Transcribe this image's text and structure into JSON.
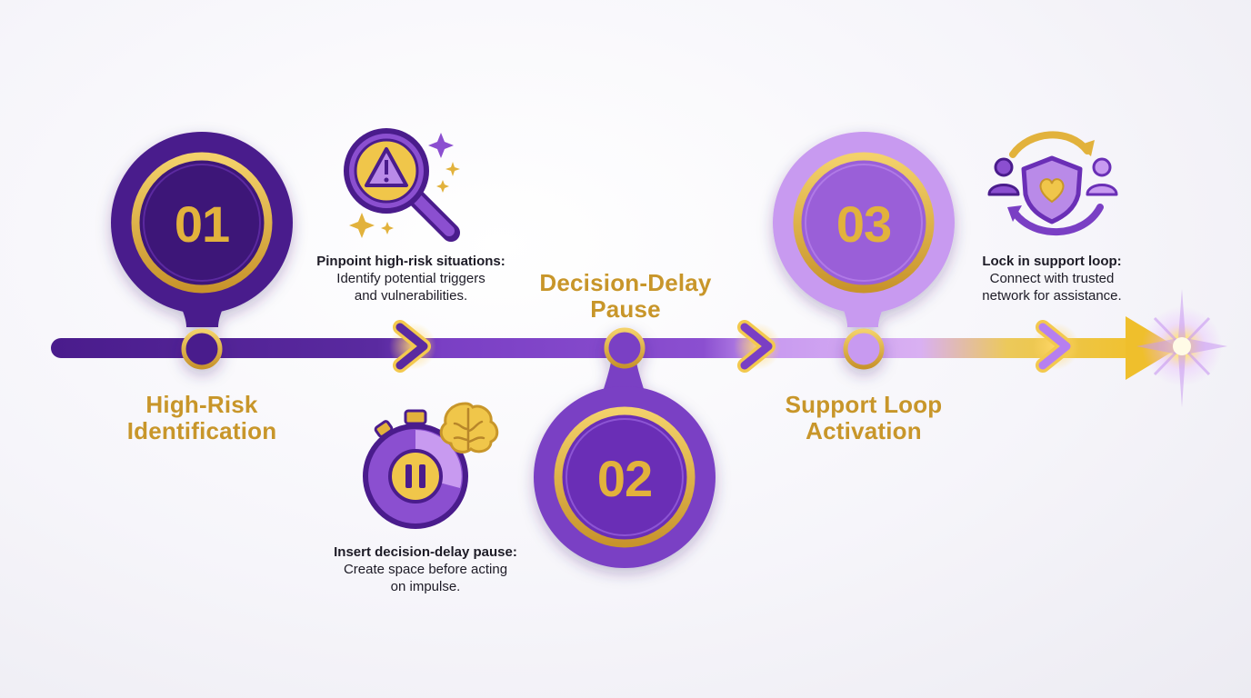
{
  "steps": [
    {
      "number": "01",
      "title_line1": "High-Risk",
      "title_line2": "Identification",
      "desc_lead": "Pinpoint high-risk situations:",
      "desc_body": "Identify potential triggers\nand vulnerabilities.",
      "icon": "magnifier-warning-icon"
    },
    {
      "number": "02",
      "title_line1": "Decision-Delay",
      "title_line2": "Pause",
      "desc_lead": "Insert decision-delay pause:",
      "desc_body": "Create space before acting\non impulse.",
      "icon": "stopwatch-brain-icon"
    },
    {
      "number": "03",
      "title_line1": "Support Loop",
      "title_line2": "Activation",
      "desc_lead": "Lock in support loop:",
      "desc_body": "Connect with trusted\nnetwork for assistance.",
      "icon": "support-loop-shield-icon"
    }
  ],
  "colors": {
    "deep_purple": "#4a1c8c",
    "mid_purple": "#7a3fc4",
    "light_purple": "#c89af0",
    "gold": "#e2b23c",
    "gold_text": "#c8962a",
    "background": "#f6f5fa"
  }
}
